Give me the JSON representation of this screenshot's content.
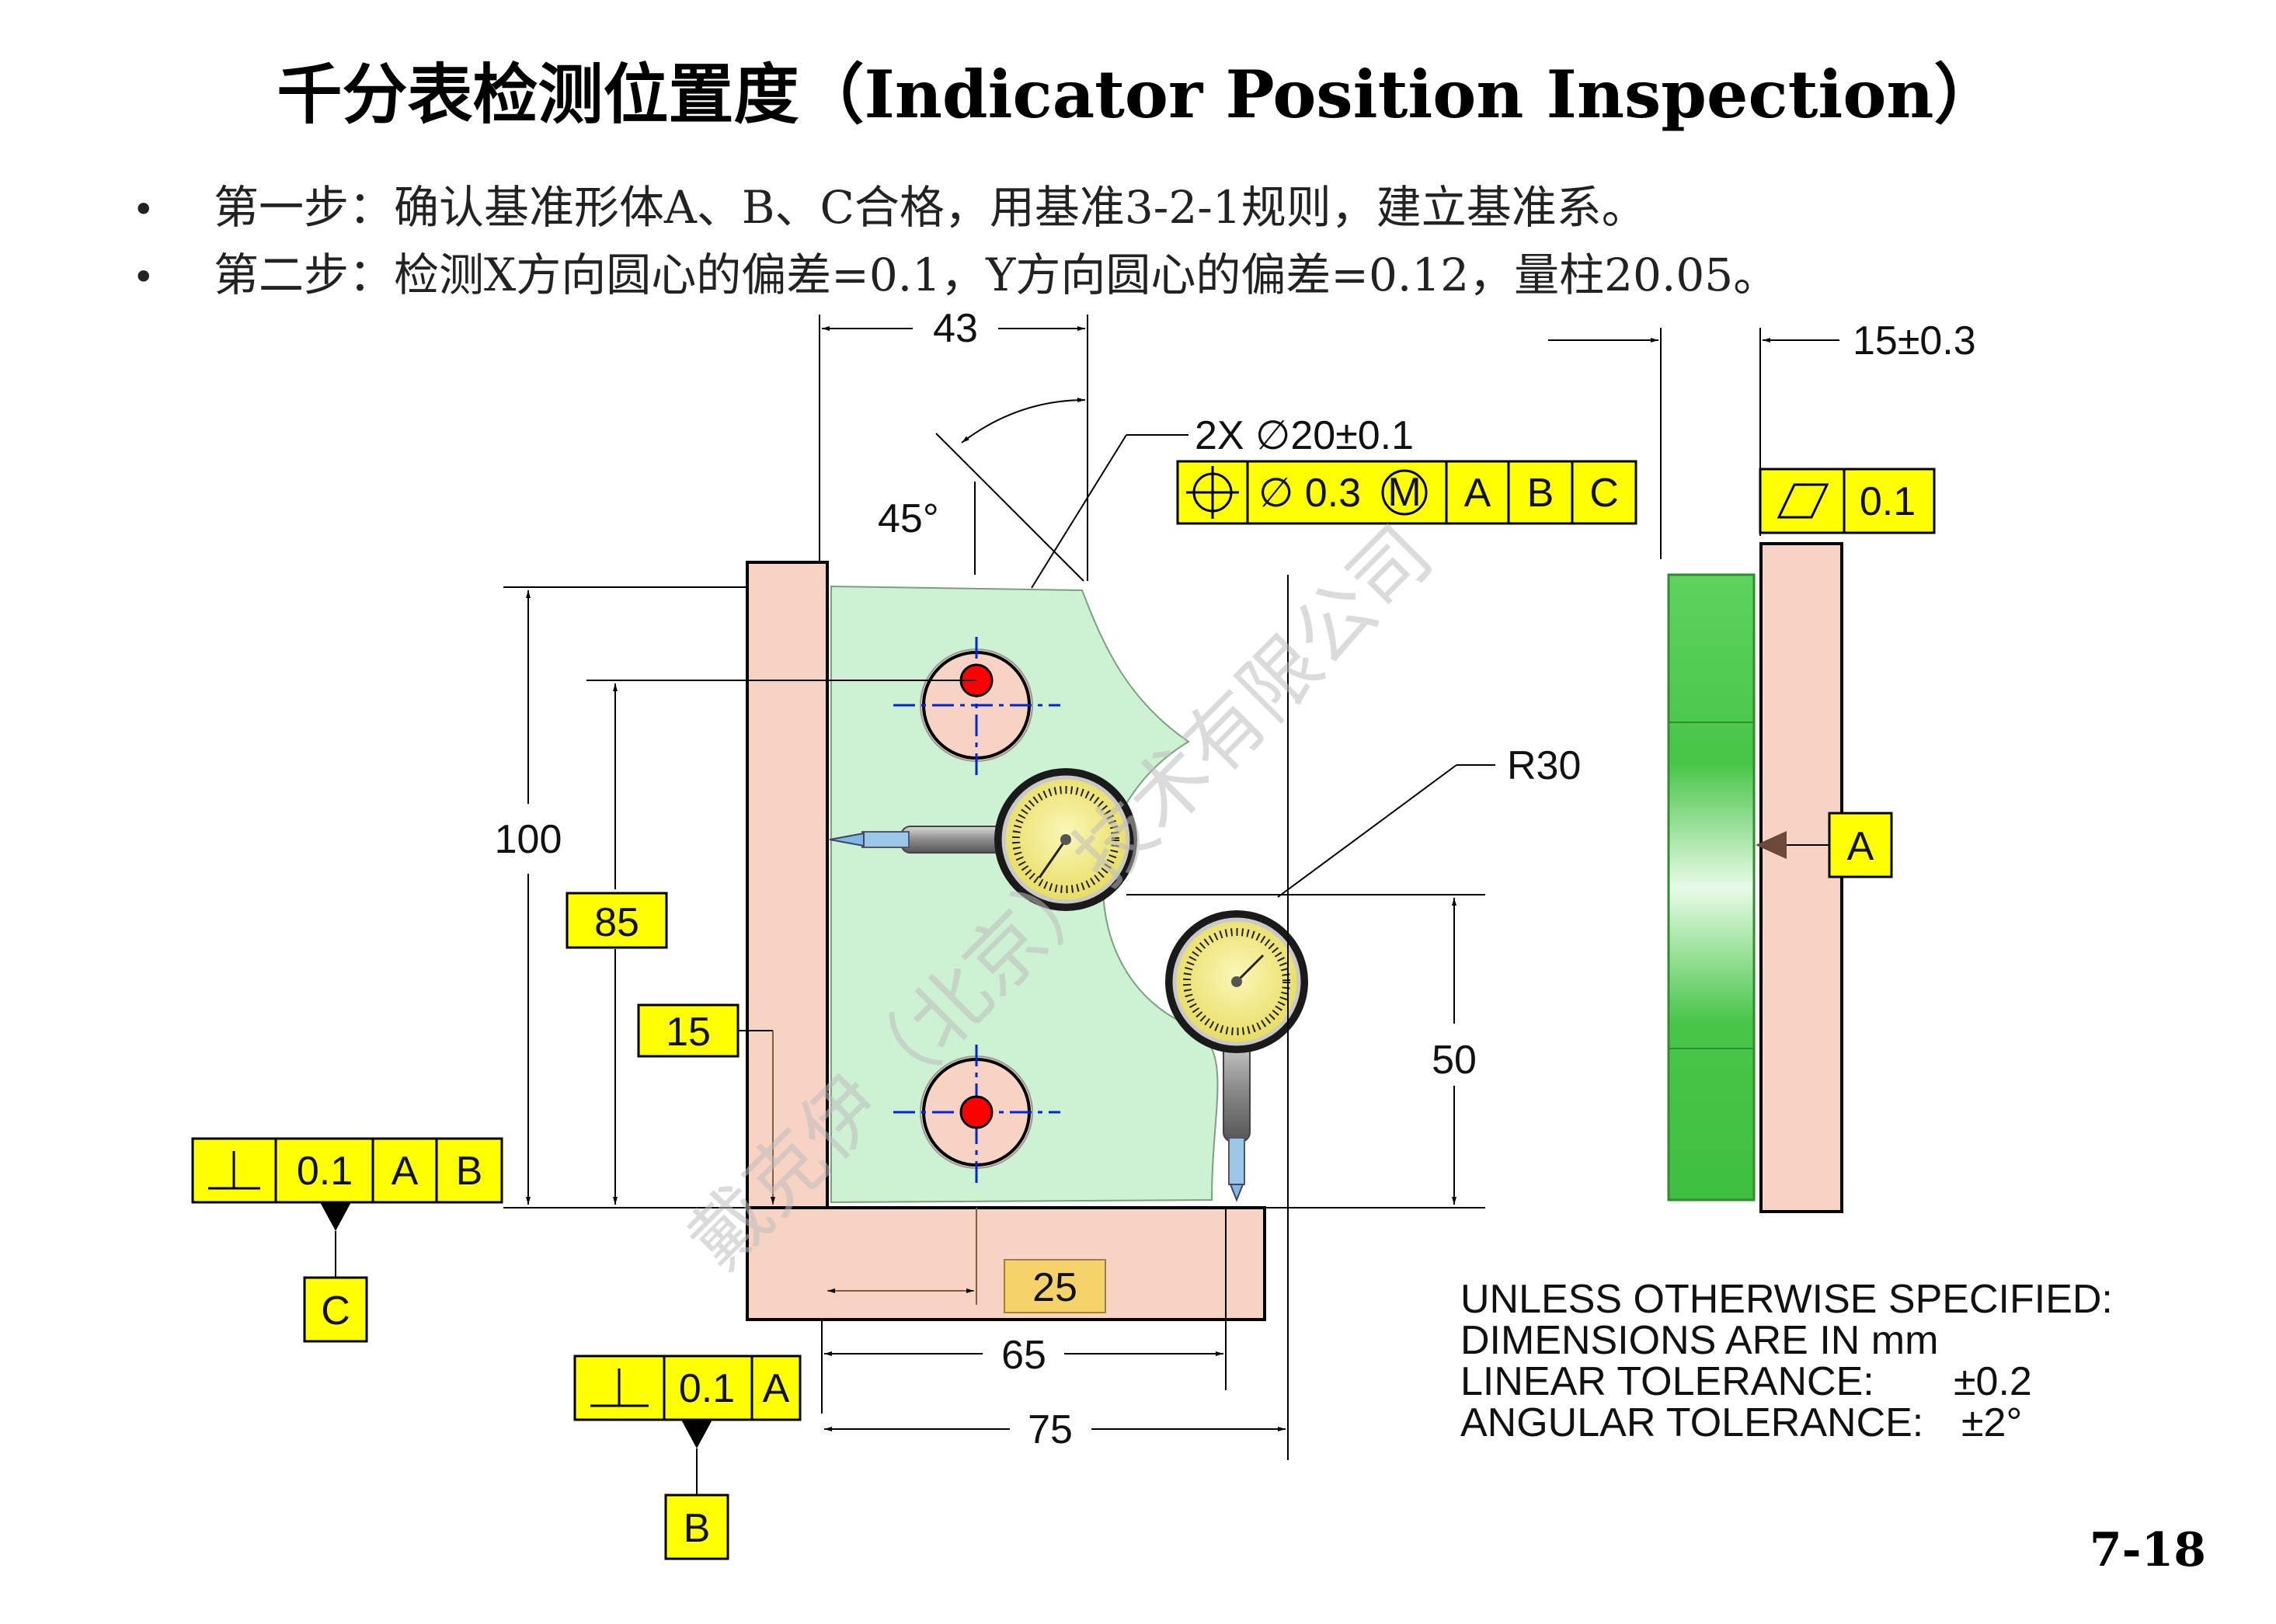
{
  "title": "千分表检测位置度（Indicator Position Inspection）",
  "steps": [
    "第一步：确认基准形体A、B、C合格，用基准3-2-1规则，建立基准系。",
    "第二步：检测X方向圆心的偏差=0.1，Y方向圆心的偏差=0.12，量柱20.05。"
  ],
  "page_number": "7-18",
  "watermark": "戴克伊（北京）技术有限公司",
  "dimensions": {
    "width_43": "43",
    "angle_45": "45°",
    "hole_callout": "2X ∅20±0.1",
    "radius": "R30",
    "height_100": "100",
    "height_85": "85",
    "height_15": "15",
    "height_50": "50",
    "width_25": "25",
    "width_65": "65",
    "width_75": "75",
    "thickness": "15±0.3"
  },
  "fcf_position": {
    "symbol": "position-icon",
    "tolerance": "∅ 0.3",
    "modifier": "M",
    "datums": [
      "A",
      "B",
      "C"
    ]
  },
  "fcf_flatness": {
    "symbol": "flatness-icon",
    "tolerance": "0.1"
  },
  "fcf_perp_left": {
    "symbol": "perpendicularity-icon",
    "tolerance": "0.1",
    "datums": [
      "A",
      "B"
    ]
  },
  "fcf_perp_bottom": {
    "symbol": "perpendicularity-icon",
    "tolerance": "0.1",
    "datums": [
      "A"
    ]
  },
  "datum_labels": {
    "a": "A",
    "b": "B",
    "c": "C"
  },
  "notes": [
    "UNLESS OTHERWISE SPECIFIED:",
    "DIMENSIONS ARE IN mm",
    "LINEAR TOLERANCE:",
    "±0.2",
    "ANGULAR TOLERANCE:",
    "±2°"
  ],
  "colors": {
    "part": "#cdf2d3",
    "fixture": "#f7d3c4",
    "highlight": "#ffff00",
    "hole_point": "#ff0000",
    "indicator_face": "#f2e96a"
  }
}
